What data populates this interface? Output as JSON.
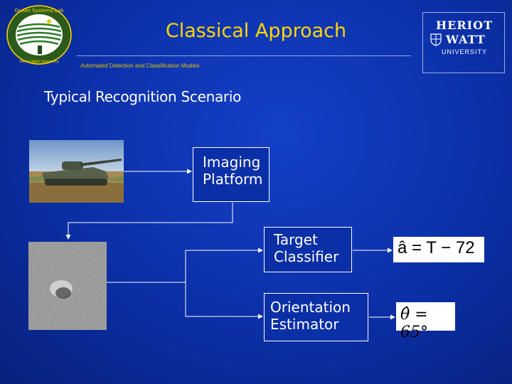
{
  "header": {
    "title": "Classical Approach",
    "subtitle": "Automated Detection and Classification Models"
  },
  "logo_left": {
    "name": "ocean-systems-laboratory-logo",
    "text": "Ocean Systems Laboratory · Heriot-Watt University"
  },
  "logo_right": {
    "line1": "HERIOT",
    "line2": "WATT",
    "line3": "UNIVERSITY"
  },
  "slide": {
    "heading": "Typical Recognition Scenario",
    "boxes": {
      "imaging": [
        "Imaging",
        "Platform"
      ],
      "target": [
        "Target",
        "Classifier"
      ],
      "orientation": [
        "Orientation",
        "Estimator"
      ]
    },
    "equations": {
      "classifier_output": "â = T − 72",
      "orientation_output": "θ̂ = 65°"
    }
  },
  "colors": {
    "background": "#0b2fa6",
    "title": "#ffd700",
    "text": "#ffffff"
  },
  "icons": [
    "tank-photo",
    "sar-image",
    "flow-arrow-icon"
  ]
}
